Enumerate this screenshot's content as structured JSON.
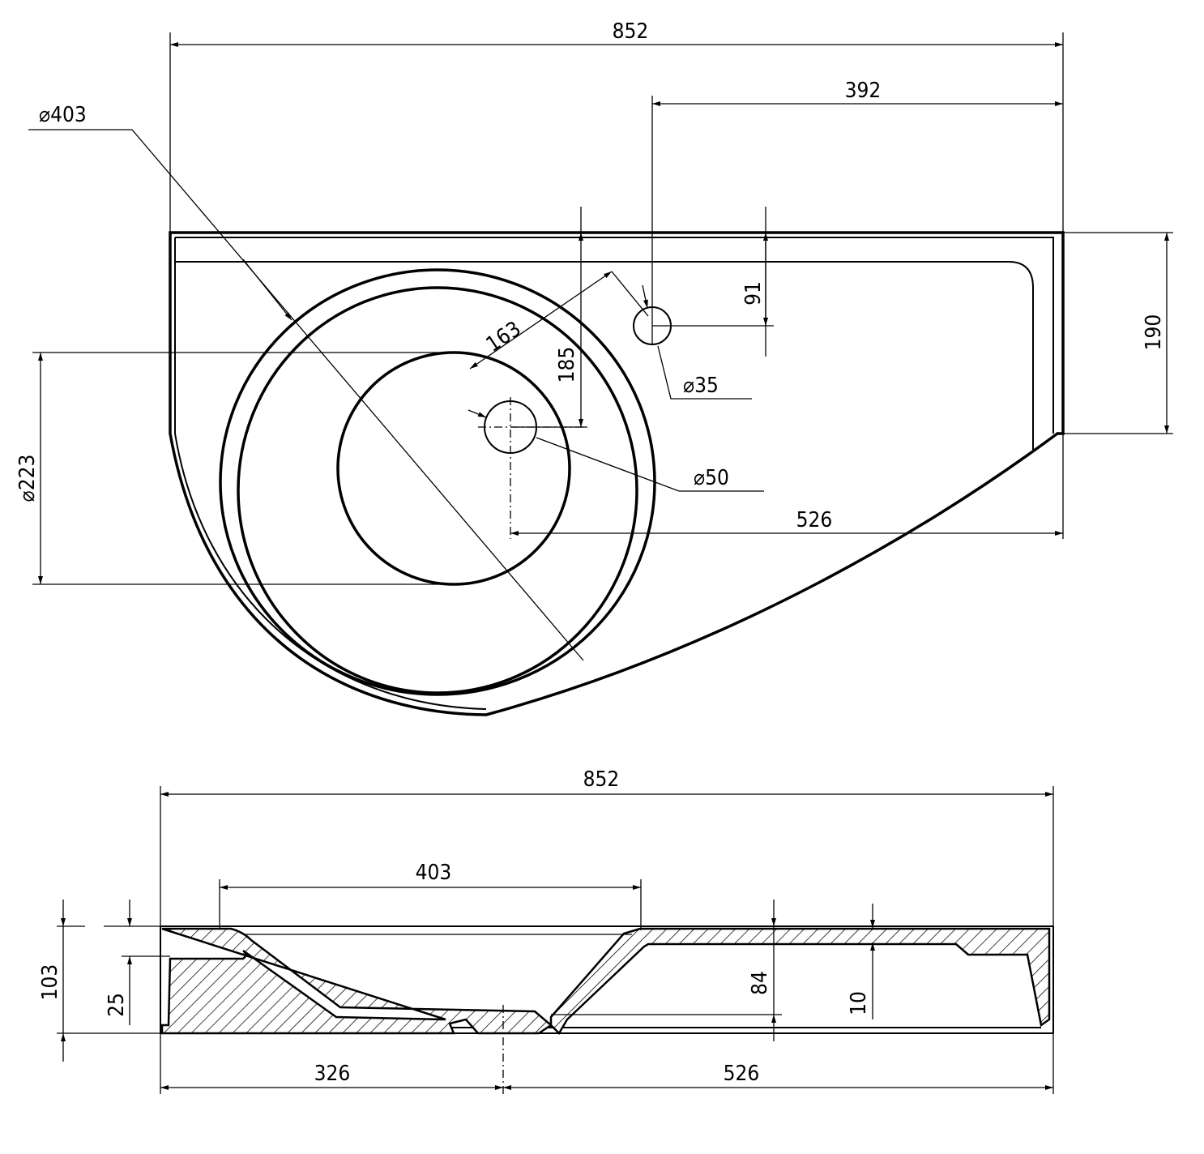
{
  "top_view": {
    "overall_width": "852",
    "tap_offset": "392",
    "bowl_outer_diameter": "⌀403",
    "bowl_radius": "163",
    "drain_offset_y": "185",
    "tap_offset_y": "91",
    "deck_depth": "190",
    "tap_hole_diameter": "⌀35",
    "drain_diameter": "⌀50",
    "bowl_inner_diameter": "⌀223",
    "drain_to_right": "526"
  },
  "side_view": {
    "overall_width": "852",
    "bowl_width": "403",
    "height": "103",
    "rim_height": "25",
    "inner_depth": "84",
    "deck_thickness": "10",
    "drain_from_left": "326",
    "drain_to_right": "526"
  }
}
